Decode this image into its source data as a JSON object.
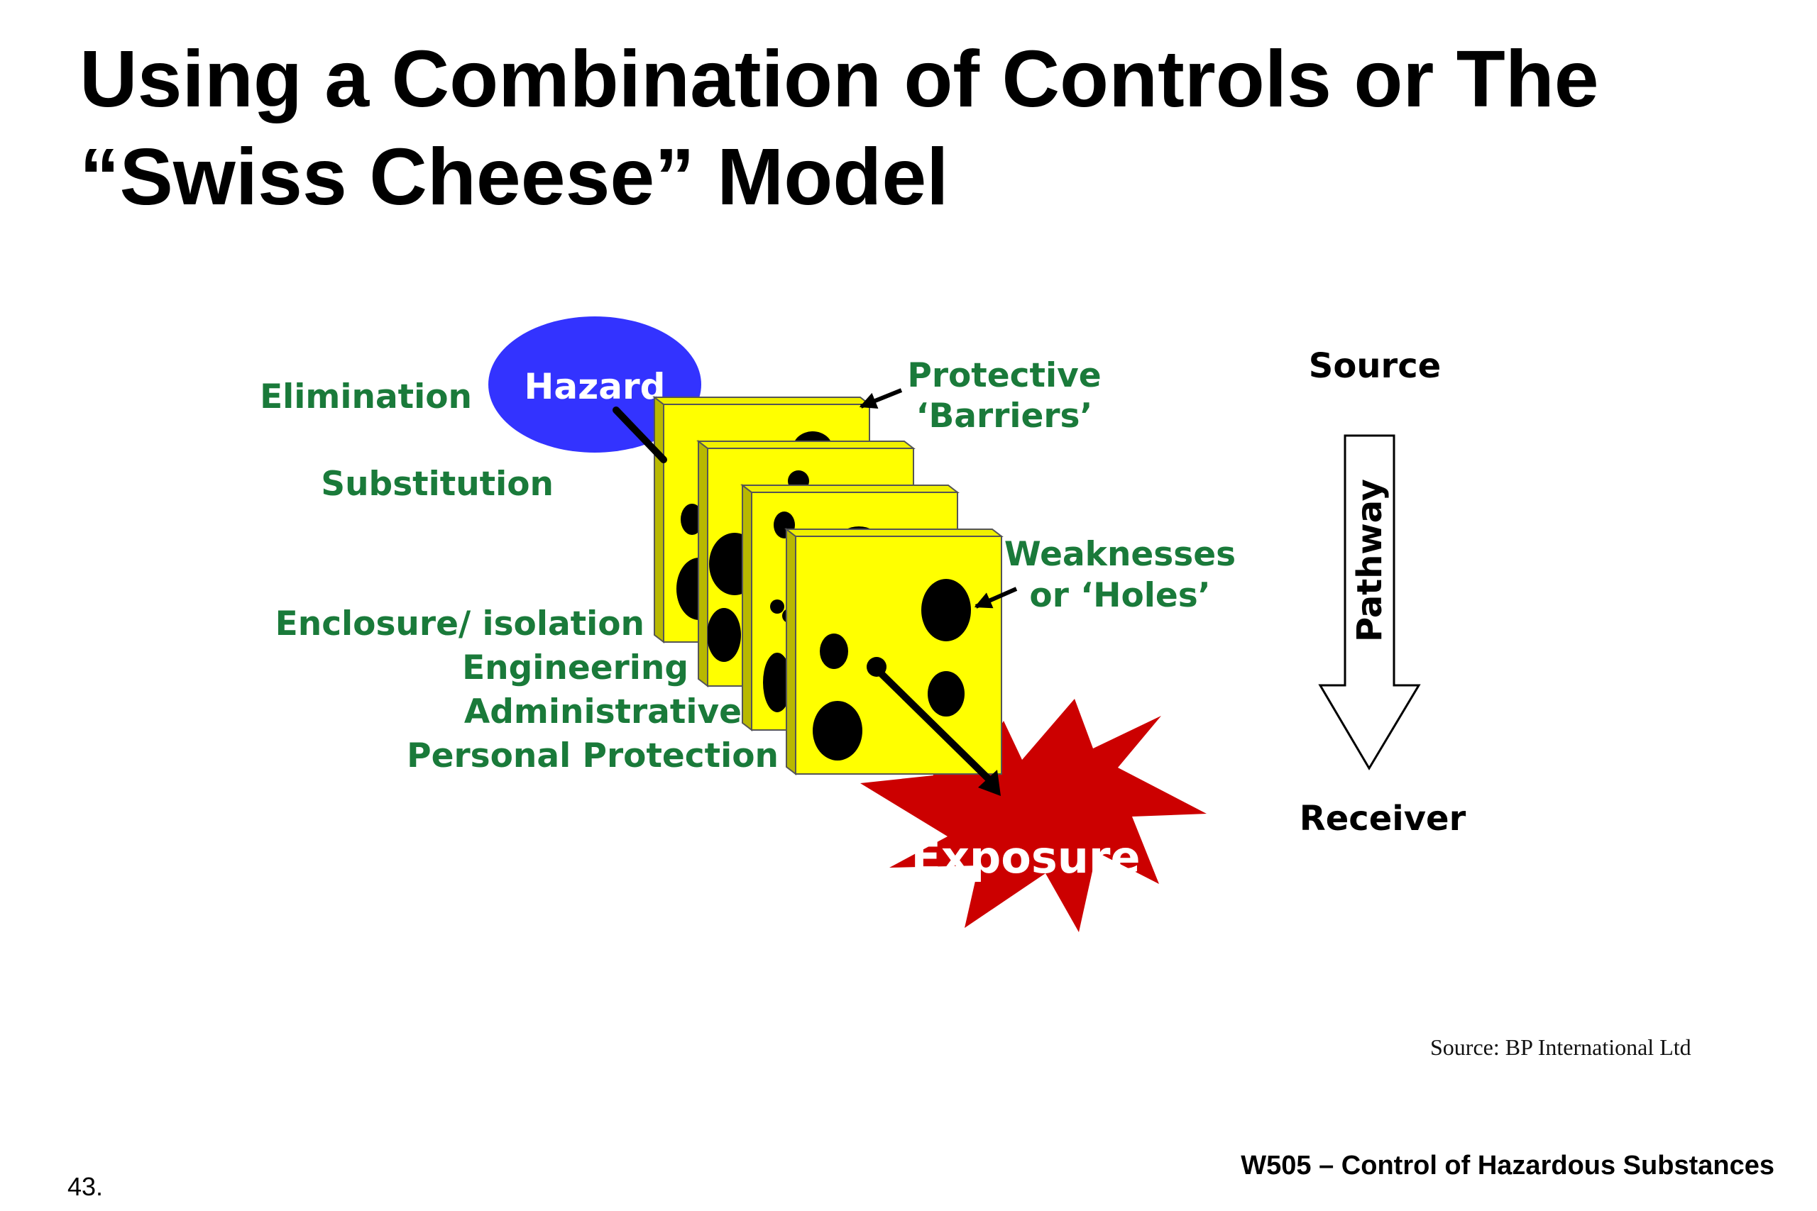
{
  "title": {
    "line1": "Using a Combination of Controls or The",
    "line2": "“Swiss Cheese” Model"
  },
  "diagram": {
    "hazard": "Hazard",
    "exposure": "Exposure",
    "protective_line1": "Protective",
    "protective_line2": "‘Barriers’",
    "weaknesses_line1": "Weaknesses",
    "weaknesses_line2": "or ‘Holes’",
    "controls": [
      "Elimination",
      "Substitution",
      "Enclosure/ isolation",
      "Engineering",
      "Administrative",
      "Personal Protection"
    ],
    "source": "Source",
    "pathway": "Pathway",
    "receiver": "Receiver",
    "colors": {
      "hazard_fill": "#3333ff",
      "barrier_fill": "#ffff00",
      "exposure_fill": "#cc0000",
      "control_text": "#1a7a3a"
    }
  },
  "footer": {
    "credit": "Source: BP International Ltd",
    "course": "W505 – Control of Hazardous Substances",
    "page": "43."
  }
}
